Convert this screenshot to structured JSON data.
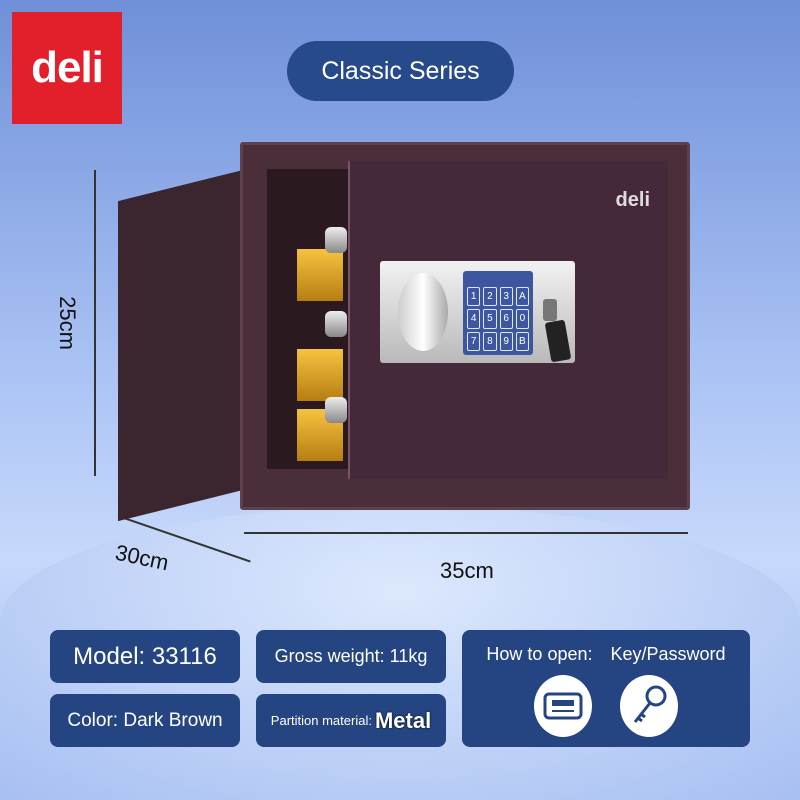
{
  "brand": "deli",
  "series": "Classic Series",
  "dimensions": {
    "height": "25cm",
    "depth": "30cm",
    "width": "35cm"
  },
  "keypad": [
    "1",
    "2",
    "3",
    "A",
    "4",
    "5",
    "6",
    "0",
    "7",
    "8",
    "9",
    "B"
  ],
  "specs": {
    "model": "Model: 33116",
    "weight": "Gross weight: 11kg",
    "color": "Color: Dark Brown",
    "partition_label": "Partition material:",
    "partition_value": "Metal",
    "open_label": "How to open:",
    "open_value": "Key/Password",
    "open_icons": [
      "keyboard-icon",
      "key-icon"
    ]
  },
  "colors": {
    "brand_red": "#e2202b",
    "card_blue": "#254582",
    "safe_brown": "#4a2e3a"
  }
}
